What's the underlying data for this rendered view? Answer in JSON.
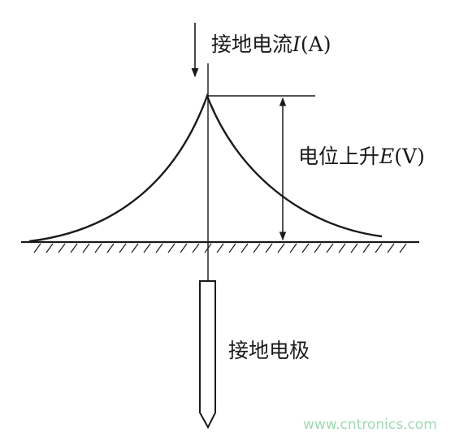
{
  "labels": {
    "current_prefix": "接地电流",
    "current_symbol": "I",
    "current_unit": "(A)",
    "potential_prefix": "电位上升",
    "potential_symbol": "E",
    "potential_unit": "(V)",
    "electrode": "接地电极"
  },
  "watermark": "www.cntronics.com",
  "colors": {
    "line": "#1a1a1a",
    "watermark": "#9fd9b4"
  }
}
